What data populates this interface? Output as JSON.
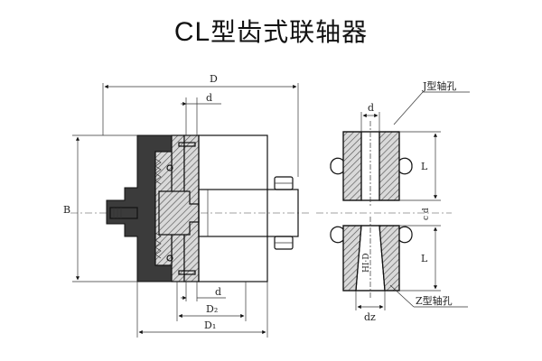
{
  "title": {
    "latin": "CL",
    "cn": "型齿式联轴器"
  },
  "labels": {
    "D": "D",
    "d_top": "d",
    "B": "B",
    "d_bottom": "d",
    "D2": "D₂",
    "D1": "D₁",
    "j_hole": "J型轴孔",
    "z_hole": "Z型轴孔",
    "d_j": "d",
    "L_top": "L",
    "L_bottom": "L",
    "dz": "dz",
    "cd": "c d",
    "side_mark": "HI·D"
  },
  "colors": {
    "line": "#111111",
    "fill_dark": "#3b3b3b",
    "hatch": "#555555"
  }
}
